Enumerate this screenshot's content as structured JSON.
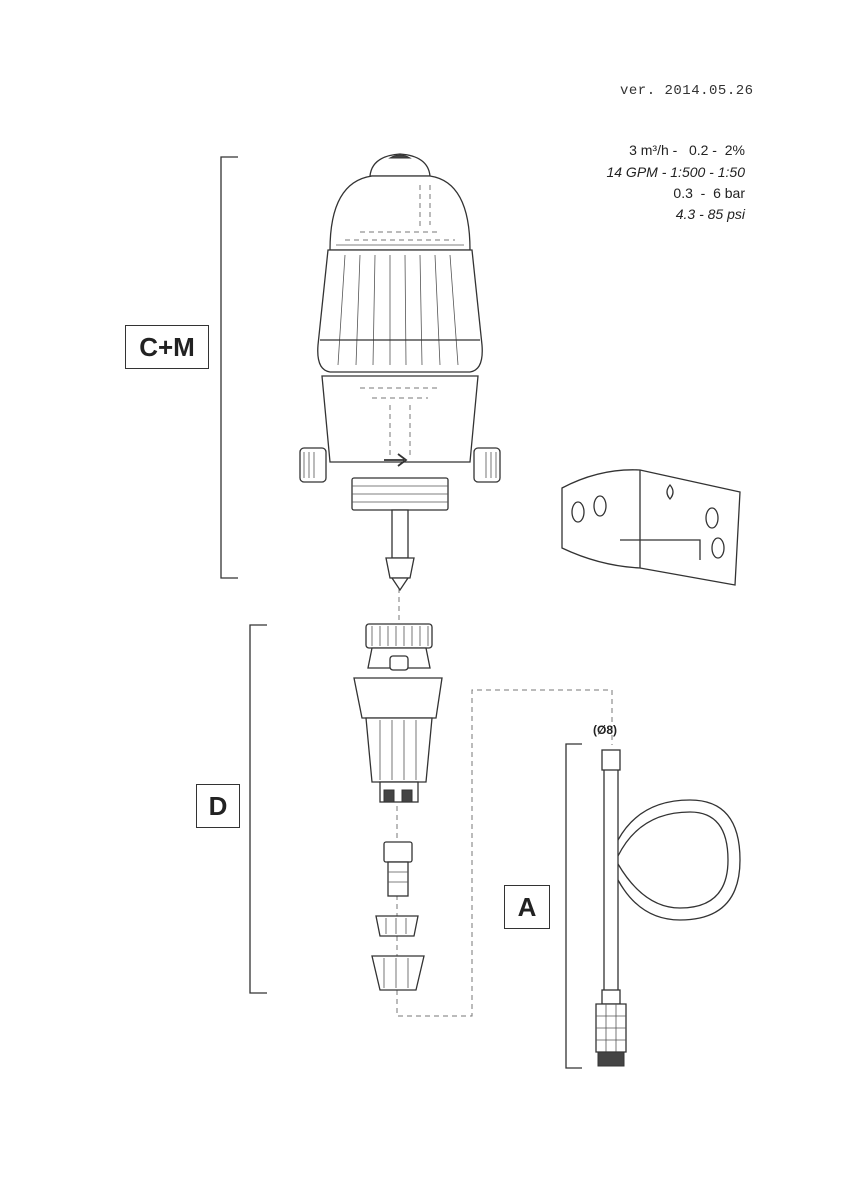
{
  "version": "ver. 2014.05.26",
  "specs": {
    "flow": "3 m³/h -   0.2 -  2%",
    "gpm": "14 GPM - 1:500 - 1:50",
    "bar": "0.3  -  6 bar",
    "psi": "4.3 - 85 psi"
  },
  "labels": {
    "cm": "C+M",
    "d": "D",
    "a": "A",
    "tube": "(Ø8)"
  }
}
